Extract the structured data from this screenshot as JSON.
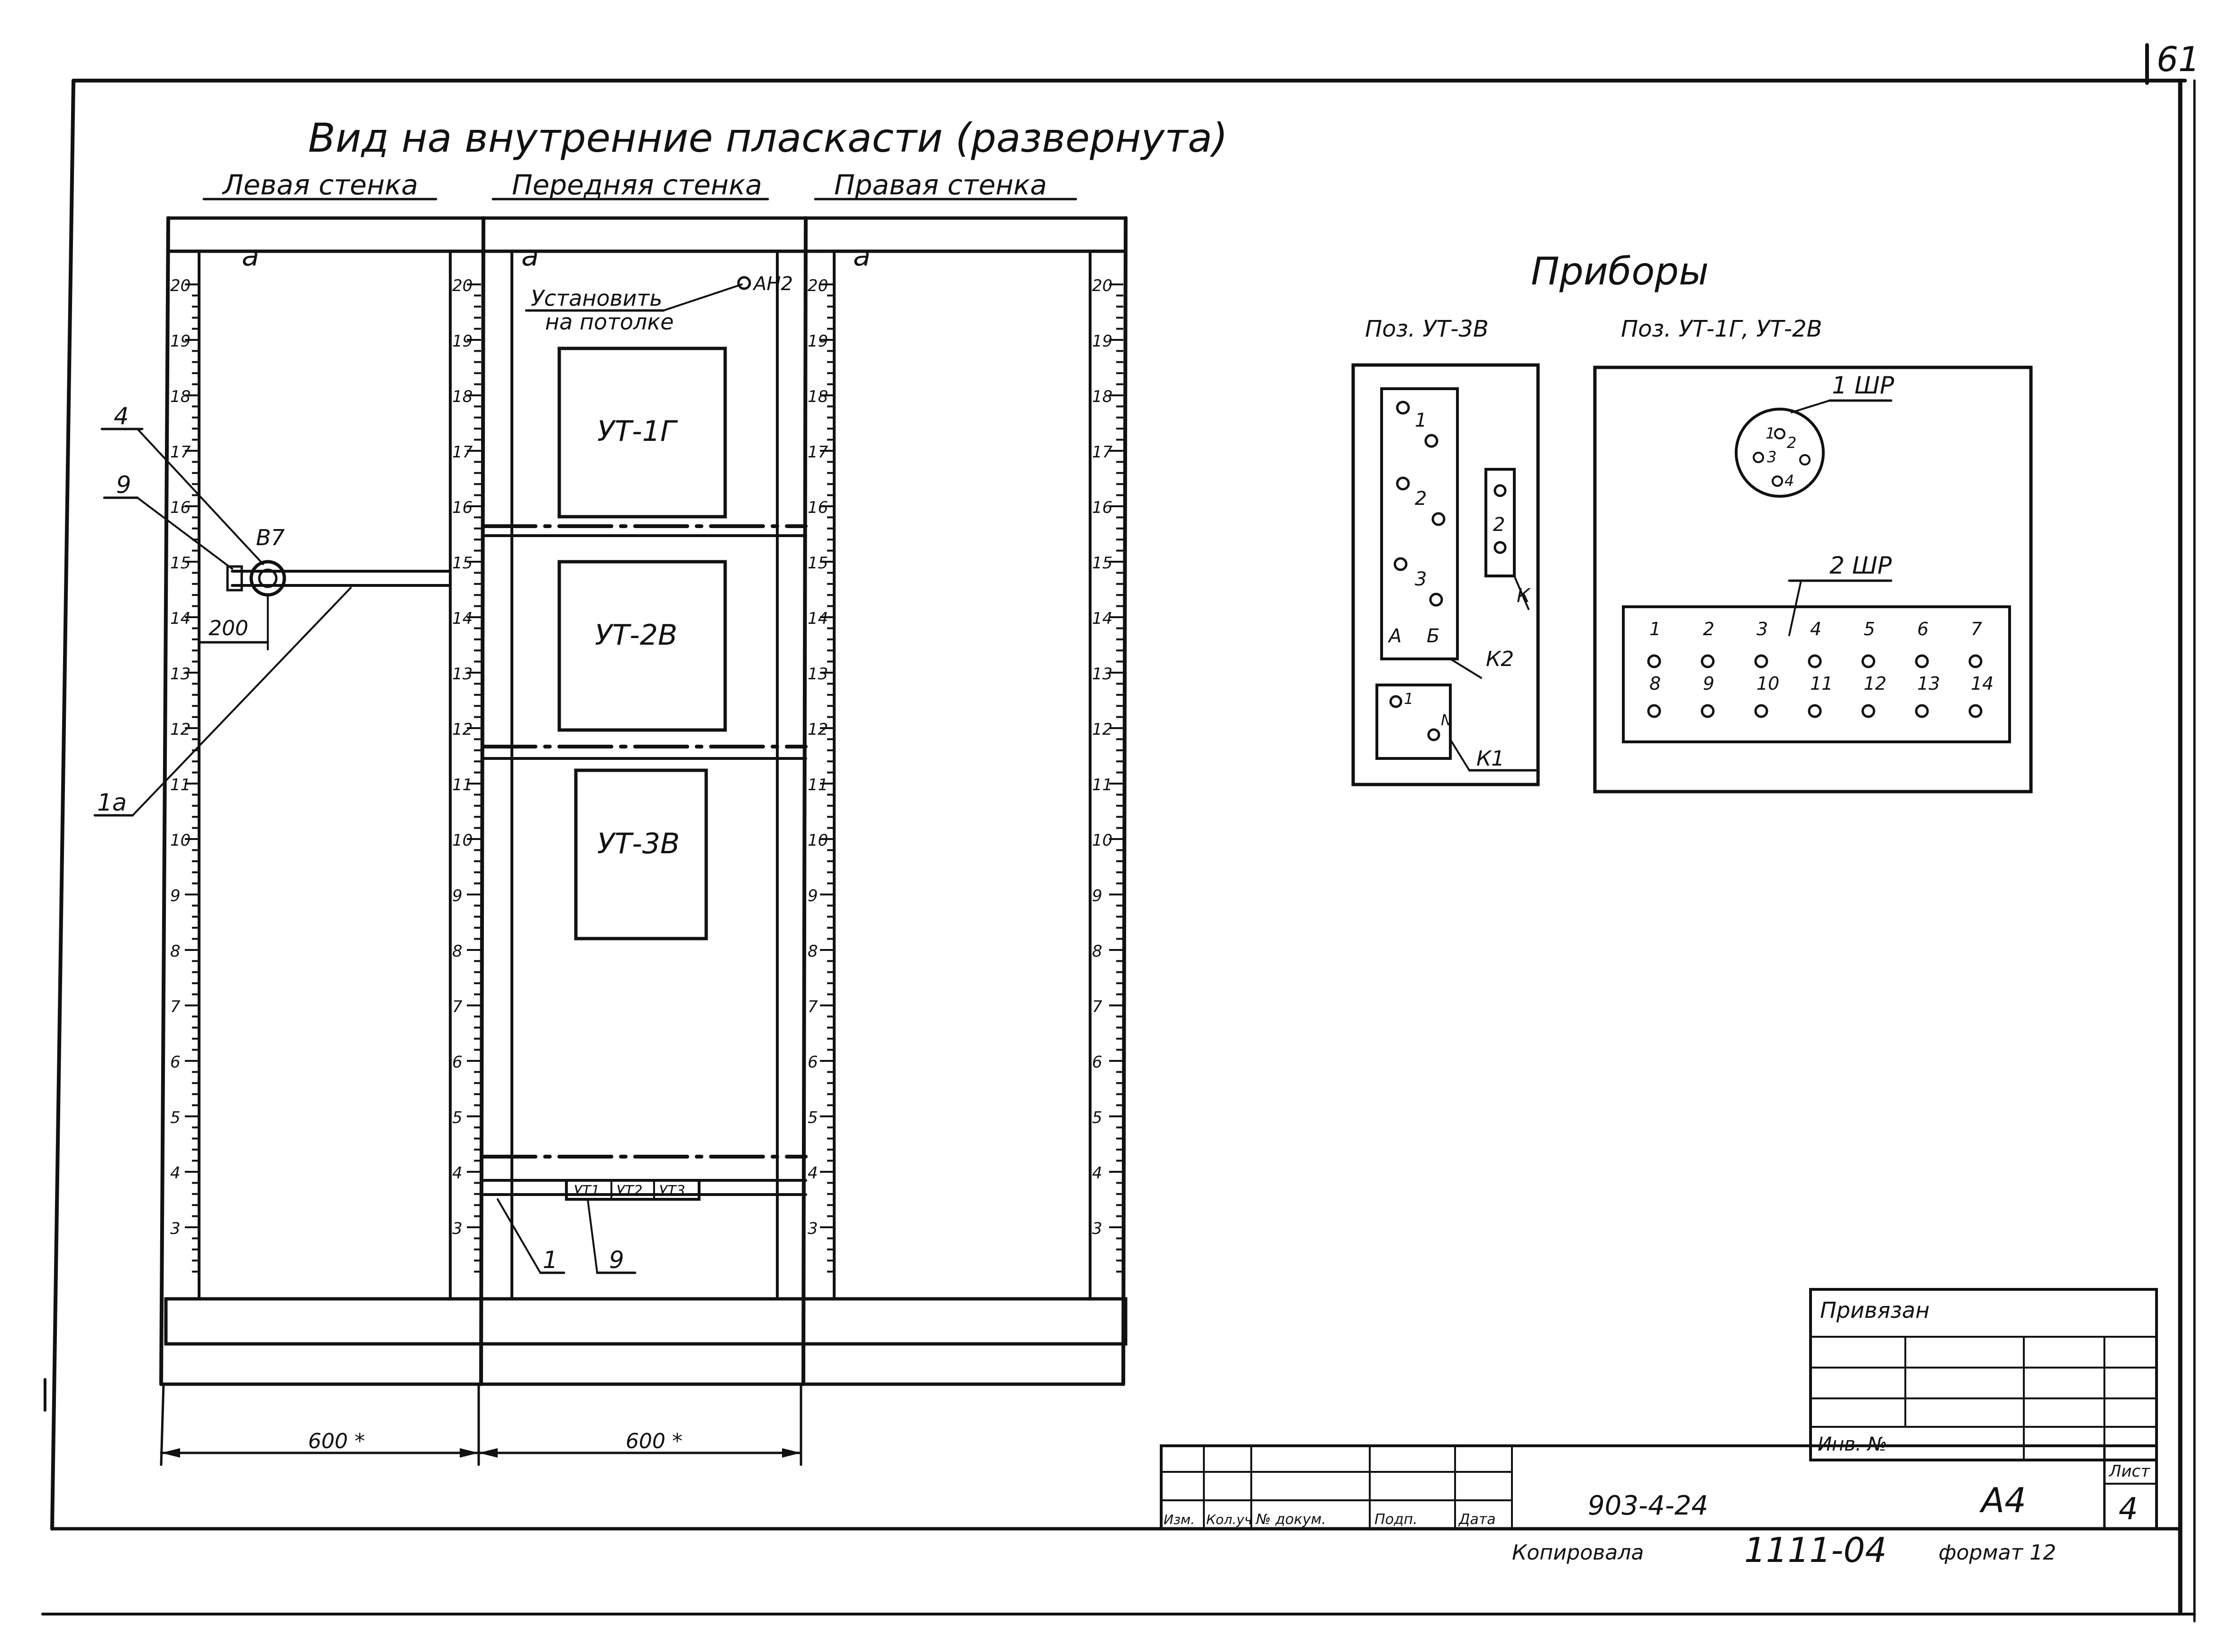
{
  "sheet_number": "61",
  "title": "Вид на внутренние пласкасти (развернута)",
  "walls": {
    "left": "Левая стенка",
    "front": "Передняя стенка",
    "right": "Правая стенка"
  },
  "install_note": {
    "line1": "Установить",
    "line2": "на потолке",
    "item": "АН2"
  },
  "scale_marks": [
    "20",
    "19",
    "18",
    "17",
    "16",
    "15",
    "14",
    "13",
    "12",
    "11",
    "10",
    "9",
    "8",
    "7",
    "6",
    "5",
    "4",
    "3"
  ],
  "devices": {
    "ut1": "УТ-1Г",
    "ut2": "УТ-2В",
    "ut3": "УТ-3В"
  },
  "terminal_blocks": [
    "УТ1",
    "УТ2",
    "УТ3"
  ],
  "callouts": {
    "c4": "4",
    "c9": "9",
    "b7": "В7",
    "dim200": "200",
    "c1a": "1а",
    "c1": "1",
    "c9b": "9"
  },
  "dimensions": {
    "left": "600 *",
    "front": "600 *"
  },
  "devices_panel": {
    "heading": "Приборы",
    "pos_ut3": "Поз. УТ-3В",
    "pos_ut12": "Поз. УТ-1Г, УТ-2В",
    "ut3_pins": [
      "1",
      "2",
      "3"
    ],
    "ut3_ab": [
      "А",
      "Б"
    ],
    "ut3_k_pin": "2",
    "label_k": "К",
    "label_k2": "К2",
    "label_k1": "К1",
    "k1_pins": [
      "1",
      "N"
    ],
    "connector1": "1 ШР",
    "connector1_pins": [
      "1",
      "2",
      "3",
      "4"
    ],
    "connector2": "2 ШР",
    "connector2_pins_top": [
      "1",
      "2",
      "3",
      "4",
      "5",
      "6",
      "7"
    ],
    "connector2_pins_bottom": [
      "8",
      "9",
      "10",
      "11",
      "12",
      "13",
      "14"
    ]
  },
  "title_block": {
    "bound": "Привязан",
    "inv": "Инв. №",
    "cols": [
      "Изм.",
      "Кол.уч",
      "№ докум.",
      "Подп.",
      "Дата"
    ],
    "doc": "903-4-24",
    "stage": "А4",
    "sheet_label": "Лист",
    "sheet": "4",
    "copied": "Копировала",
    "copy_number": "1111-04",
    "format": "формат 12"
  }
}
